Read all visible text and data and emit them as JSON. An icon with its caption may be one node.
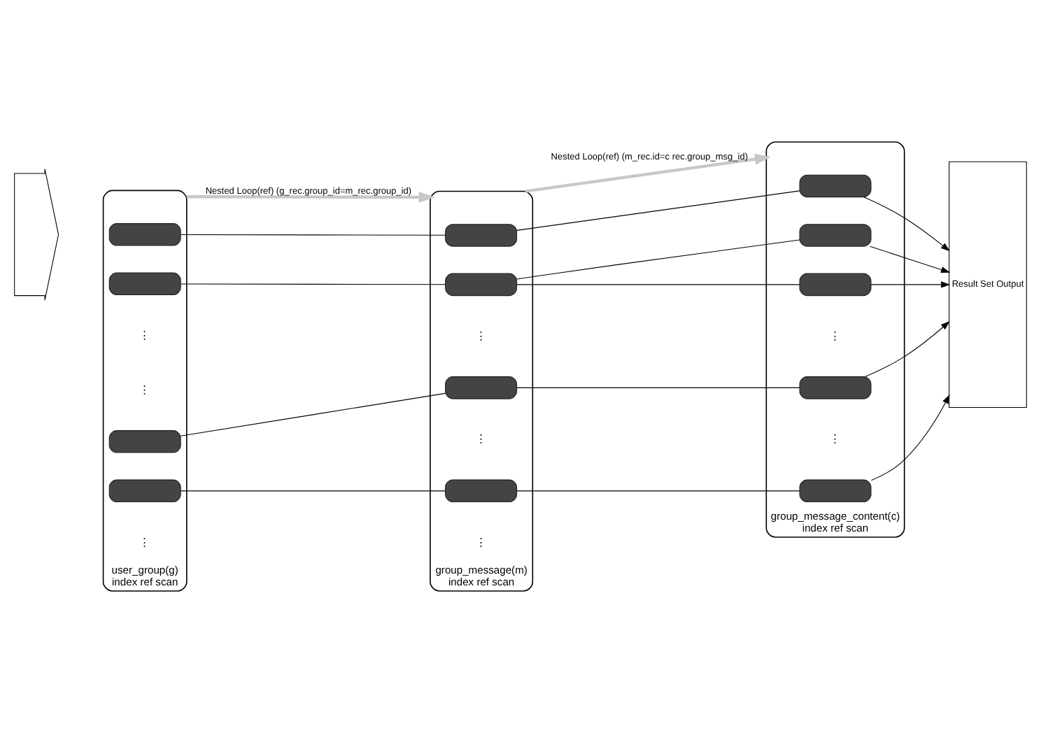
{
  "diagram": {
    "nodes": [
      {
        "text": [
          "user_group(g)",
          "index ref scan"
        ]
      },
      {
        "text": [],
        "shape": "box",
        "in": 0
      },
      {
        "text": [],
        "shape": "box",
        "in": 0
      },
      {
        "text": [],
        "shape": "box",
        "in": 0
      },
      {
        "text": [],
        "shape": "box",
        "in": 0
      },
      {
        "text": [
          "group_message(m)",
          "index ref scan"
        ]
      },
      {
        "text": [],
        "shape": "box",
        "in": 5
      },
      {
        "text": [],
        "shape": "box",
        "in": 5
      },
      {
        "text": [],
        "shape": "box",
        "in": 5
      },
      {
        "text": [],
        "shape": "box",
        "in": 5
      },
      {
        "text": [
          "group_message_content(c)",
          "index ref scan"
        ]
      },
      {
        "text": [],
        "shape": "box",
        "in": 10
      },
      {
        "text": [],
        "shape": "box",
        "in": 10
      },
      {
        "text": [],
        "shape": "box",
        "in": 10
      },
      {
        "text": [],
        "shape": "box",
        "in": 10
      },
      {
        "text": [],
        "shape": "box",
        "in": 10
      },
      {
        "text": [
          "Result Set Output"
        ]
      },
      {
        "text": [],
        "shape": "arrow"
      }
    ],
    "edges": [
      {
        "from": 0,
        "to": 5,
        "arrow": "to",
        "label": "Nested Loop(ref) (g_rec.group_id=m_rec.group_id)",
        "style": "thick",
        "color": "#c8c8c8"
      },
      {
        "from": 5,
        "to": 10,
        "arrow": "to",
        "label": "Nested Loop(ref) (m_rec.id=c rec.group_msg_id)",
        "style": "thick",
        "color": "#c8c8c8"
      },
      {
        "from": 1,
        "to": 6,
        "arrow": "none"
      },
      {
        "from": 2,
        "to": 7,
        "arrow": "none"
      },
      {
        "from": 3,
        "to": 8,
        "arrow": "none"
      },
      {
        "from": 4,
        "to": 9,
        "arrow": "none"
      },
      {
        "from": 6,
        "to": 11,
        "arrow": "none"
      },
      {
        "from": 7,
        "to": 12,
        "arrow": "none"
      },
      {
        "from": 7,
        "to": 13,
        "arrow": "none"
      },
      {
        "from": 8,
        "to": 14,
        "arrow": "none"
      },
      {
        "from": 9,
        "to": 15,
        "arrow": "none"
      },
      {
        "from": 11,
        "to": 16,
        "arrow": "to"
      },
      {
        "from": 12,
        "to": 16,
        "arrow": "to"
      },
      {
        "from": 13,
        "to": 16,
        "arrow": "to"
      },
      {
        "from": 14,
        "to": 16,
        "arrow": "to"
      },
      {
        "from": 15,
        "to": 16,
        "arrow": "to"
      }
    ],
    "labels": [
      "⋮",
      "⋮",
      "⋮",
      "⋮",
      "⋮",
      "⋮",
      "⋮",
      "⋮"
    ]
  }
}
